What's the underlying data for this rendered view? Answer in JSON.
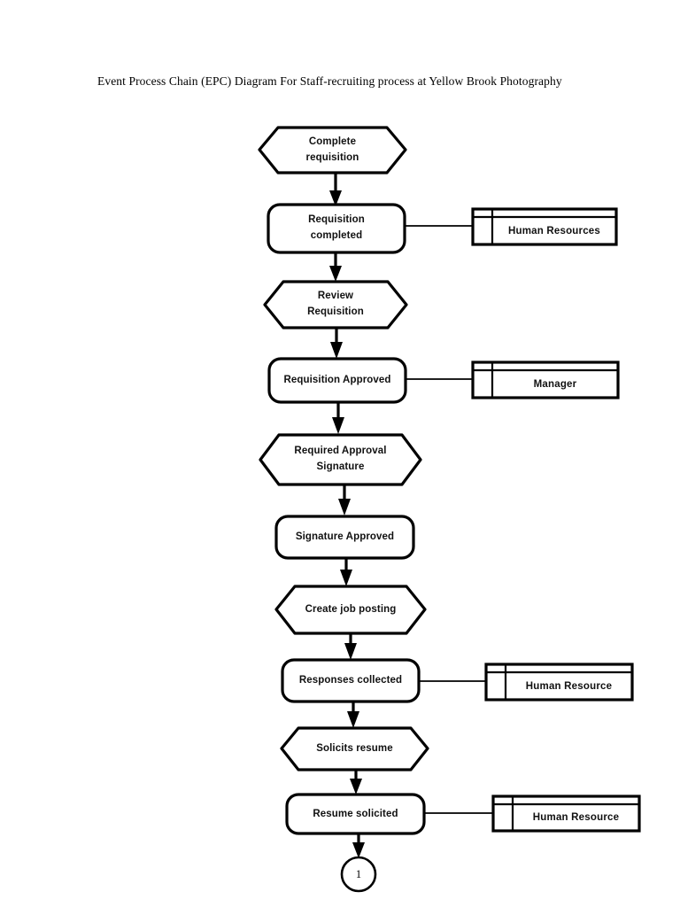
{
  "document": {
    "title": "Event Process Chain (EPC) Diagram For Staff-recruiting process at Yellow Brook Photography"
  },
  "diagram": {
    "type": "epc-flowchart",
    "nodes": [
      {
        "id": "n1",
        "kind": "function",
        "shape": "hexagon",
        "label": "Complete\nrequisition",
        "line1": "Complete",
        "line2": "requisition"
      },
      {
        "id": "n2",
        "kind": "event",
        "shape": "rounded-rectangle",
        "label": "Requisition\ncompleted",
        "line1": "Requisition",
        "line2": "completed"
      },
      {
        "id": "n3",
        "kind": "function",
        "shape": "hexagon",
        "label": "Review\nRequisition",
        "line1": "Review",
        "line2": "Requisition"
      },
      {
        "id": "n4",
        "kind": "event",
        "shape": "rounded-rectangle",
        "label": "Requisition Approved",
        "line1": "Requisition Approved",
        "line2": ""
      },
      {
        "id": "n5",
        "kind": "function",
        "shape": "hexagon",
        "label": "Required Approval\nSignature",
        "line1": "Required Approval",
        "line2": "Signature"
      },
      {
        "id": "n6",
        "kind": "event",
        "shape": "rounded-rectangle",
        "label": "Signature Approved",
        "line1": "Signature Approved",
        "line2": ""
      },
      {
        "id": "n7",
        "kind": "function",
        "shape": "hexagon",
        "label": "Create job posting",
        "line1": "Create job posting",
        "line2": ""
      },
      {
        "id": "n8",
        "kind": "event",
        "shape": "rounded-rectangle",
        "label": "Responses collected",
        "line1": "Responses collected",
        "line2": ""
      },
      {
        "id": "n9",
        "kind": "function",
        "shape": "hexagon",
        "label": "Solicits resume",
        "line1": "Solicits resume",
        "line2": ""
      },
      {
        "id": "n10",
        "kind": "event",
        "shape": "rounded-rectangle",
        "label": "Resume solicited",
        "line1": "Resume solicited",
        "line2": ""
      }
    ],
    "org_units": [
      {
        "id": "o1",
        "attached_to": "n2",
        "label": "Human Resources"
      },
      {
        "id": "o2",
        "attached_to": "n4",
        "label": "Manager"
      },
      {
        "id": "o3",
        "attached_to": "n8",
        "label": "Human Resource"
      },
      {
        "id": "o4",
        "attached_to": "n10",
        "label": "Human Resource"
      }
    ],
    "connector": {
      "id": "c1",
      "shape": "circle",
      "label": "1"
    },
    "colors": {
      "stroke": "#000000",
      "fill": "#ffffff",
      "text": "#111111",
      "background": "#ffffff"
    }
  }
}
